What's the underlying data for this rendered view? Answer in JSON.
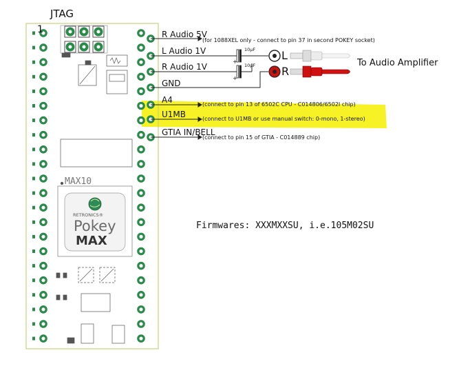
{
  "header": {
    "jtag_label": "JTAG",
    "pin1_label": "1"
  },
  "board": {
    "chip_label": "MAX10",
    "brand": "RETRONICS",
    "brand_mark": "®",
    "product_line1": "Pokey",
    "product_line2": "MAX"
  },
  "pins": [
    {
      "label": "R Audio 5V",
      "note": "(for 1088XEL only - connect to pin 37 in second POKEY socket)"
    },
    {
      "label": "L Audio 1V",
      "note": ""
    },
    {
      "label": "R Audio 1V",
      "note": ""
    },
    {
      "label": "GND",
      "note": ""
    },
    {
      "label": "A4",
      "note": "(connect to pin 13 of 6502C CPU - C014806/6502I chip)"
    },
    {
      "label": "U1MB",
      "note": "(connect to U1MB or use manual switch: 0-mono, 1-stereo)"
    },
    {
      "label": "GTIA IN/BELL",
      "note": "(connect to pin 15 of GTIA - C014889 chip)"
    }
  ],
  "audio": {
    "cap_value": "10μF",
    "left_channel": "L",
    "right_channel": "R",
    "amplifier_label": "To Audio Amplifier",
    "plus_sign": "+"
  },
  "firmware": {
    "text": "Firmwares: XXXMXXSU, i.e.105M02SU"
  },
  "colors": {
    "board_outline": "#c8d27a",
    "pad_ring": "#2a8a4a",
    "highlight": "#f4f000",
    "rca_red": "#cc1111",
    "rca_white": "#dddddd",
    "wire": "#222222"
  }
}
